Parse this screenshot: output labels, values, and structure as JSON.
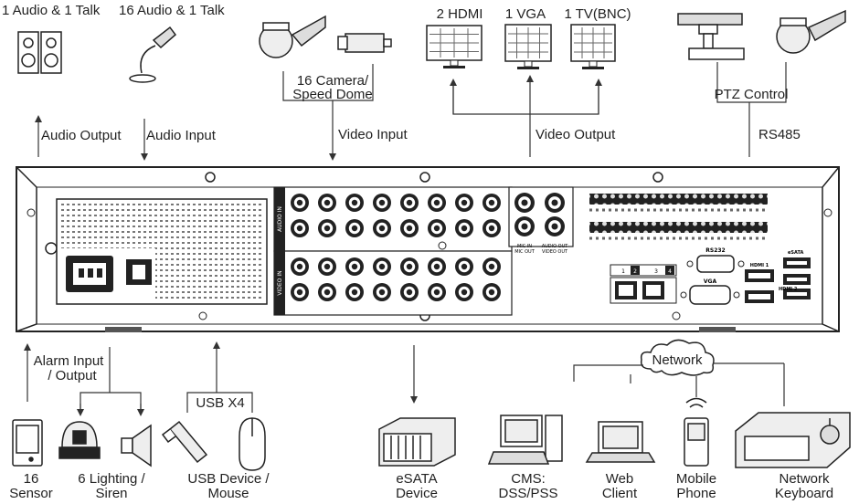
{
  "top": {
    "audio_output_device": "1 Audio",
    "amp1": "&",
    "talk1": "1 Talk",
    "audio_input_device": "16 Audio",
    "amp2": "&",
    "talk2": "1 Talk",
    "camera_line1": "16 Camera/",
    "camera_line2": "Speed Dome",
    "hdmi": "2 HDMI",
    "vga": "1 VGA",
    "tv": "1 TV(BNC)",
    "ptz_control": "PTZ Control"
  },
  "connections": {
    "audio_output": "Audio  Output",
    "audio_input": "Audio  Input",
    "video_input": "Video Input",
    "video_output": "Video Output",
    "rs485": "RS485",
    "alarm_line1": "Alarm Input",
    "alarm_line2": "/ Output",
    "usb": "USB X4",
    "network": "Network"
  },
  "panel": {
    "audio_in": "AUDIO IN",
    "video_in": "VIDEO IN",
    "mic_in": "MIC IN",
    "audio_out": "AUDIO OUT",
    "mic_out": "MIC OUT",
    "video_out": "VIDEO OUT",
    "rs232": "RS232",
    "vga": "VGA",
    "hdmi1": "HDMI 1",
    "hdmi2": "HDMI 2",
    "esata": "eSATA",
    "lan1": "1",
    "lan2": "2",
    "lan3": "3",
    "lan4": "4"
  },
  "bottom": {
    "sensor_line1": "16",
    "sensor_line2": "Sensor",
    "lighting_line1": "6 Lighting /",
    "lighting_line2": "Siren",
    "usb_line1": "USB Device /",
    "usb_line2": "Mouse",
    "esata_line1": "eSATA",
    "esata_line2": "Device",
    "cms_line1": "CMS:",
    "cms_line2": "DSS/PSS",
    "web_line1": "Web",
    "web_line2": "Client",
    "mobile_line1": "Mobile",
    "mobile_line2": "Phone",
    "keyboard_line1": "Network",
    "keyboard_line2": "Keyboard"
  }
}
